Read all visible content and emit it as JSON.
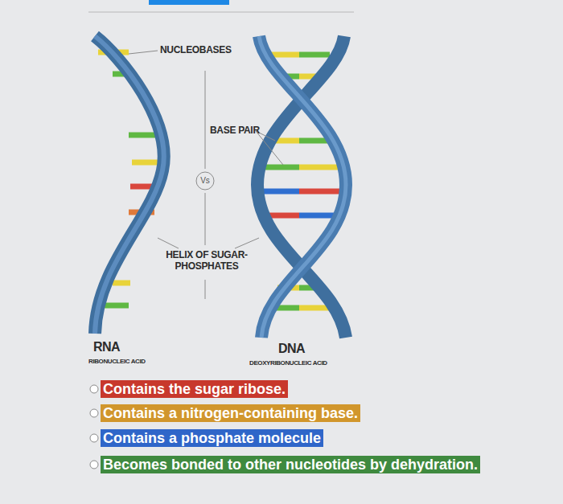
{
  "diagram": {
    "nodes": [
      {
        "text": [
          "Vs"
        ]
      },
      {
        "text": [
          "Contains the sugar ribose."
        ]
      },
      {
        "text": [
          "Contains a nitrogen-containing base."
        ]
      },
      {
        "text": [
          "Contains a phosphate molecule"
        ]
      },
      {
        "text": [
          "Becomes bonded to other nucleotides by dehydration."
        ]
      }
    ],
    "edges": [],
    "labels": [
      "NUCLEOBASES",
      "BASE PAIR",
      "HELIX OF SUGAR-PHOSPHATES",
      "RNA",
      "RIBONUCLEIC ACID",
      "DNA",
      "DEOXYRIBONUCLEIC ACID"
    ]
  }
}
